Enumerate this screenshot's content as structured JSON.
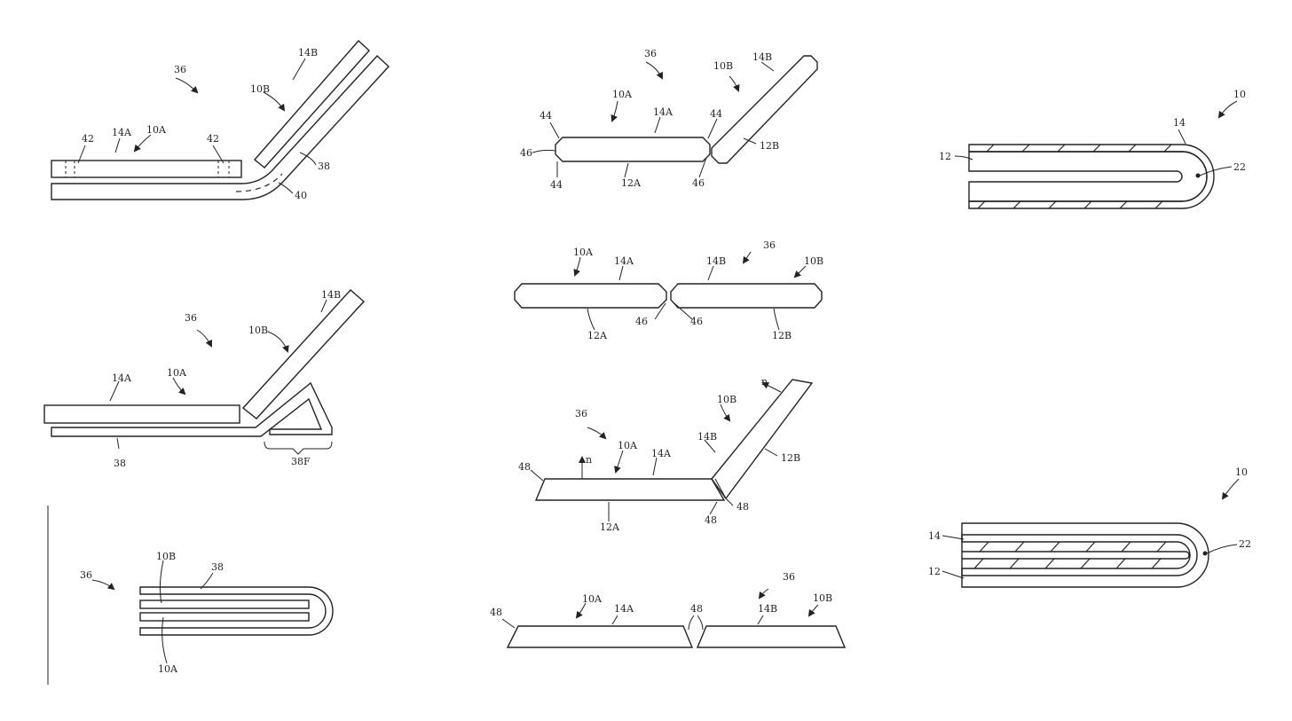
{
  "labels": {
    "n36": "36",
    "n10": "10",
    "n10A": "10A",
    "n10B": "10B",
    "n12": "12",
    "n12A": "12A",
    "n12B": "12B",
    "n14": "14",
    "n14A": "14A",
    "n14B": "14B",
    "n22": "22",
    "n38": "38",
    "n38F": "38F",
    "n40": "40",
    "n42": "42",
    "n44": "44",
    "n46": "46",
    "n48": "48",
    "n": "n"
  },
  "colors": {
    "ink": "#222222",
    "paper": "#ffffff"
  }
}
